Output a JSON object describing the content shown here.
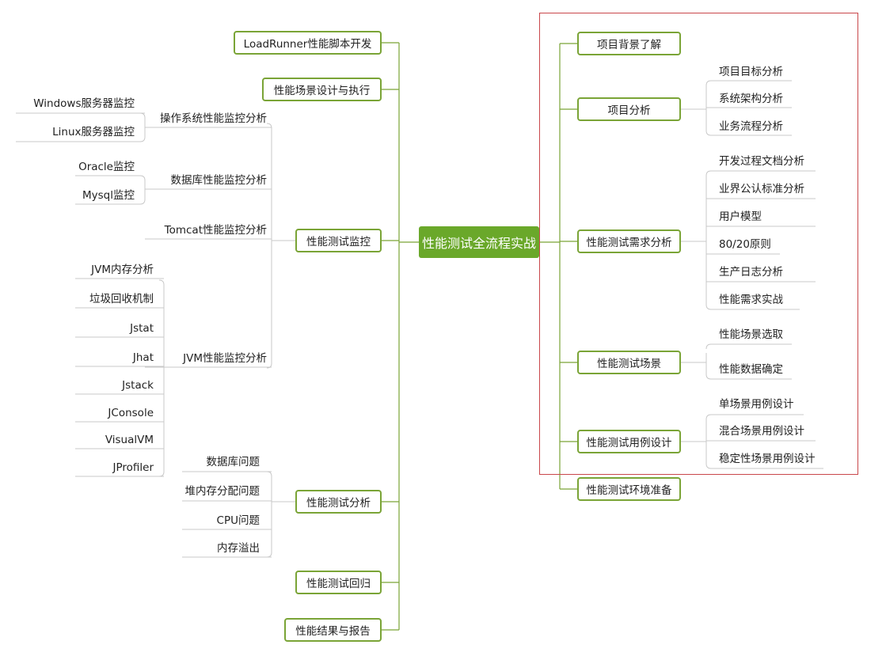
{
  "root": {
    "label": "性能测试全流程实战"
  },
  "left": [
    {
      "id": "loadrunner",
      "label": "LoadRunner性能脚本开发"
    },
    {
      "id": "scene-design",
      "label": "性能场景设计与执行"
    },
    {
      "id": "monitor",
      "label": "性能测试监控"
    },
    {
      "id": "analysis",
      "label": "性能测试分析"
    },
    {
      "id": "regression",
      "label": "性能测试回归"
    },
    {
      "id": "report",
      "label": "性能结果与报告"
    }
  ],
  "monitor_groups": [
    {
      "id": "os",
      "label": "操作系统性能监控分析",
      "leaves": [
        "Windows服务器监控",
        "Linux服务器监控"
      ]
    },
    {
      "id": "db",
      "label": "数据库性能监控分析",
      "leaves": [
        "Oracle监控",
        "Mysql监控"
      ]
    },
    {
      "id": "tomcat",
      "label": "Tomcat性能监控分析",
      "leaves": []
    },
    {
      "id": "jvm",
      "label": "JVM性能监控分析",
      "leaves": [
        "JVM内存分析",
        "垃圾回收机制",
        "Jstat",
        "Jhat",
        "Jstack",
        "JConsole",
        "VisualVM",
        "JProfiler"
      ]
    }
  ],
  "analysis_leaves": [
    "数据库问题",
    "堆内存分配问题",
    "CPU问题",
    "内存溢出"
  ],
  "right": [
    {
      "id": "background",
      "label": "项目背景了解",
      "leaves": []
    },
    {
      "id": "project-analysis",
      "label": "项目分析",
      "leaves": [
        "项目目标分析",
        "系统架构分析",
        "业务流程分析"
      ]
    },
    {
      "id": "requirement",
      "label": "性能测试需求分析",
      "leaves": [
        "开发过程文档分析",
        "业界公认标准分析",
        "用户模型",
        "80/20原则",
        "生产日志分析",
        "性能需求实战"
      ]
    },
    {
      "id": "test-scene",
      "label": "性能测试场景",
      "leaves": [
        "性能场景选取",
        "性能数据确定"
      ]
    },
    {
      "id": "case-design",
      "label": "性能测试用例设计",
      "leaves": [
        "单场景用例设计",
        "混合场景用例设计",
        "稳定性场景用例设计"
      ]
    },
    {
      "id": "environment",
      "label": "性能测试环境准备",
      "leaves": []
    }
  ],
  "colors": {
    "branch": "#7aa436",
    "root_fill": "#6aa82a",
    "leaf_line": "#c8c8c8",
    "frame": "#c9474b"
  }
}
